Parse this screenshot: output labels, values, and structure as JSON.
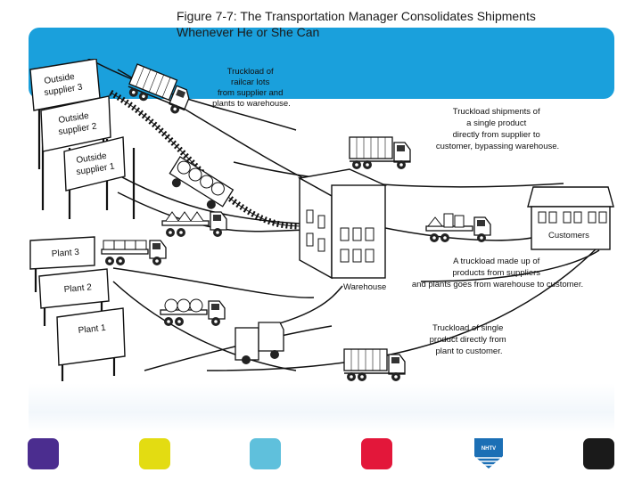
{
  "slide": {
    "title_line1": "Figure 7-7:  The Transportation Manager Consolidates Shipments",
    "title_line2": "Whenever He or She Can"
  },
  "diagram": {
    "signs": {
      "supplier3": [
        "Outside",
        "supplier 3"
      ],
      "supplier2": [
        "Outside",
        "supplier 2"
      ],
      "supplier1": [
        "Outside",
        "supplier 1"
      ],
      "plant3": "Plant 3",
      "plant2": "Plant 2",
      "plant1": "Plant 1"
    },
    "buildings": {
      "warehouse": "Warehouse",
      "customers": "Customers"
    },
    "notes": {
      "truckload_to_warehouse": [
        "Truckload of",
        "railcar lots",
        "from  supplier and",
        "plants to warehouse."
      ],
      "bypass": [
        "Truckload shipments of",
        "a single product",
        "directly from supplier to",
        "customer, bypassing warehouse."
      ],
      "consolidated": [
        "A truckload made up of",
        "products from suppliers",
        "and plants goes from warehouse to customer."
      ],
      "plant_direct": [
        "Truckload of single",
        "product directly from",
        "plant to customer."
      ]
    }
  },
  "footer": {
    "swatches": [
      "#4b2d8f",
      "#e3dc12",
      "#5fc0dc",
      "#e3173a",
      "#1a1a1a"
    ],
    "logo_text": "NHTV"
  }
}
